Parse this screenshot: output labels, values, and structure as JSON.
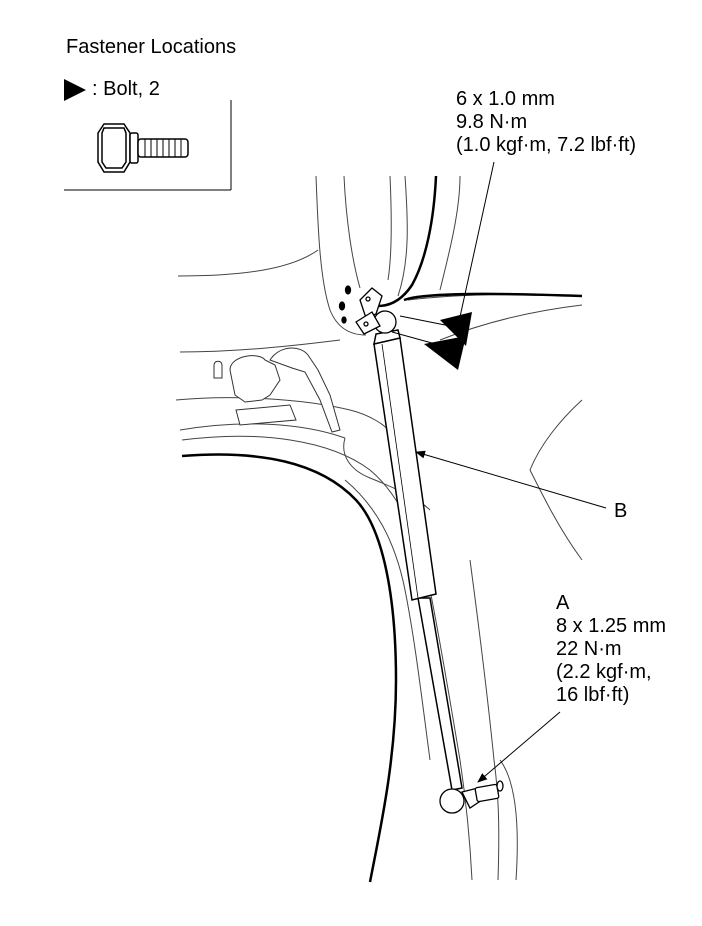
{
  "legend": {
    "title": "Fastener Locations",
    "symbol_text": ": Bolt, 2"
  },
  "callout_top": {
    "line1": "6 x 1.0 mm",
    "line2": "9.8 N·m",
    "line3": "(1.0 kgf·m, 7.2 lbf·ft)"
  },
  "callout_b": {
    "label": "B"
  },
  "callout_a": {
    "label": "A",
    "line1": "8 x 1.25 mm",
    "line2": "22 N·m",
    "line3": "(2.2 kgf·m,",
    "line4": "16 lbf·ft)"
  },
  "colors": {
    "ink": "#000000",
    "line_light": "#555555",
    "background": "#ffffff"
  }
}
